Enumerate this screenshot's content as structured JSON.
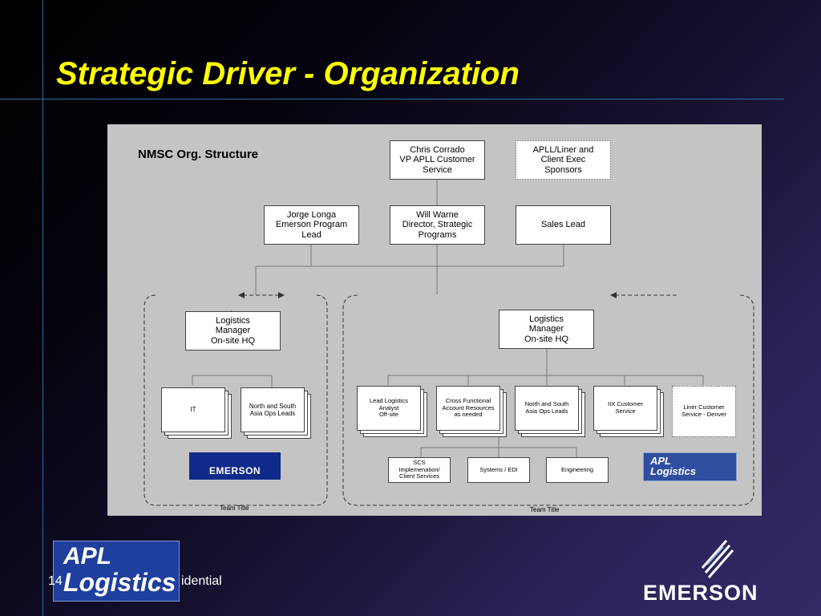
{
  "slide": {
    "title": "Strategic Driver - Organization",
    "slide_number": "14",
    "footer_text": "idential"
  },
  "chart": {
    "heading": "NMSC Org. Structure",
    "top": {
      "vp": "Chris Corrado\nVP APLL Customer\nService",
      "exec_sponsors": "APLL/Liner and\nClient Exec\nSponsors"
    },
    "second": {
      "emerson_lead": "Jorge Longa\nEmerson Program\nLead",
      "director": "Will Warne\nDirector, Strategic\nPrograms",
      "sales_lead": "Sales Lead"
    },
    "left_team": {
      "manager": "Logistics\nManager\nOn-site HQ",
      "members": [
        "IT",
        "North and South\nAsia Ops Leads"
      ],
      "team_title": "Team Title",
      "logo": "EMERSON"
    },
    "right_team": {
      "manager": "Logistics\nManager\nOn-site HQ",
      "members": [
        "Lead Logistics\nAnalyst\nOff-site",
        "Cross Functional\nAccount Resources\nas needed",
        "North and South\nAsia Ops Leads",
        "IIX Customer\nService",
        "Liner Customer\nService - Denver"
      ],
      "sub_members": [
        "SCS\nImplemenation/\nClient Services",
        "Systems / EDI",
        "Engineering"
      ],
      "team_title": "Team Title",
      "logo_line1": "APL",
      "logo_line2": "Logistics"
    }
  },
  "logos": {
    "apl_line1": "APL",
    "apl_line2": "Logistics",
    "emerson": "EMERSON"
  },
  "colors": {
    "title": "#ffff00",
    "panel": "#c4c4c4",
    "accent_line": "#2a6f9e",
    "emerson_blue": "#102a8a",
    "apl_blue": "#1f3f9e"
  }
}
